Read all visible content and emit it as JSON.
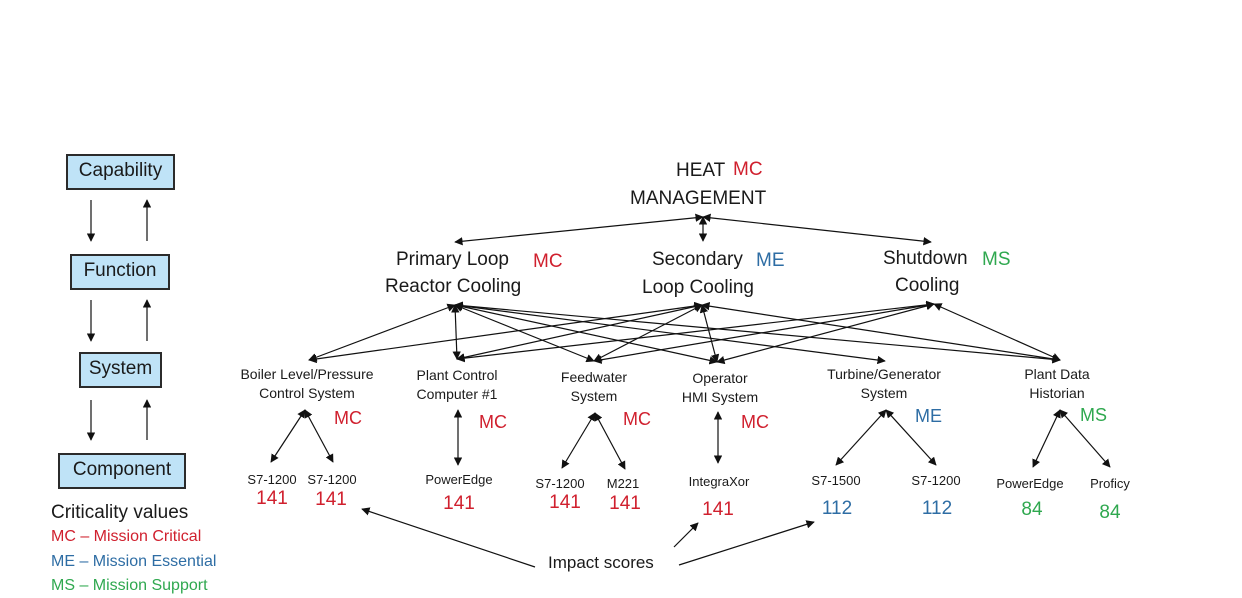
{
  "colors": {
    "mc": "#d0202e",
    "me": "#2e6da4",
    "ms": "#2fa84f",
    "box_fill": "#bfe3f7"
  },
  "hierarchy": {
    "capability": "Capability",
    "function": "Function",
    "system": "System",
    "component": "Component"
  },
  "top": {
    "line1": "HEAT",
    "line2": "MANAGEMENT",
    "crit": "MC"
  },
  "functions": [
    {
      "line1": "Primary Loop",
      "line2": "Reactor Cooling",
      "crit": "MC"
    },
    {
      "line1": "Secondary",
      "line2": "Loop Cooling",
      "crit": "ME"
    },
    {
      "line1": "Shutdown",
      "line2": "Cooling",
      "crit": "MS"
    }
  ],
  "systems": [
    {
      "line1": "Boiler Level/Pressure",
      "line2": "Control System",
      "crit": "MC"
    },
    {
      "line1": "Plant Control",
      "line2": "Computer #1",
      "crit": "MC"
    },
    {
      "line1": "Feedwater",
      "line2": "System",
      "crit": "MC"
    },
    {
      "line1": "Operator",
      "line2": "HMI System",
      "crit": "MC"
    },
    {
      "line1": "Turbine/Generator",
      "line2": "System",
      "crit": "ME"
    },
    {
      "line1": "Plant Data",
      "line2": "Historian",
      "crit": "MS"
    }
  ],
  "components": [
    {
      "name": "S7-1200",
      "score": "141"
    },
    {
      "name": "S7-1200",
      "score": "141"
    },
    {
      "name": "PowerEdge",
      "score": "141"
    },
    {
      "name": "S7-1200",
      "score": "141"
    },
    {
      "name": "M221",
      "score": "141"
    },
    {
      "name": "IntegraXor",
      "score": "141"
    },
    {
      "name": "S7-1500",
      "score": "112"
    },
    {
      "name": "S7-1200",
      "score": "112"
    },
    {
      "name": "PowerEdge",
      "score": "84"
    },
    {
      "name": "Proficy",
      "score": "84"
    }
  ],
  "impact_label": "Impact scores",
  "legend": {
    "title": "Criticality values",
    "mc": "MC – Mission Critical",
    "me": "ME – Mission Essential",
    "ms": "MS – Mission Support"
  }
}
